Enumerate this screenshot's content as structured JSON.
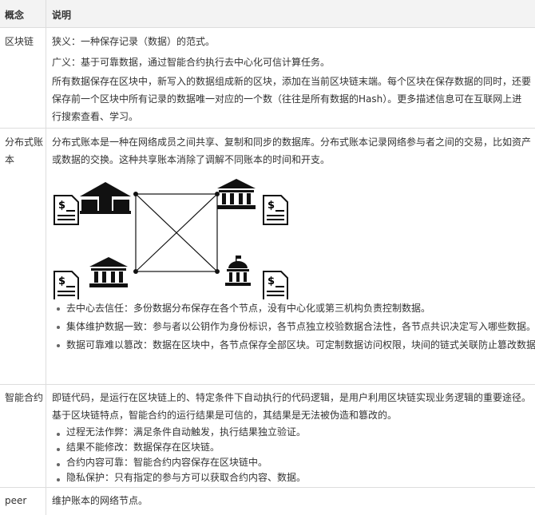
{
  "header": {
    "col1": "概念",
    "col2": "说明"
  },
  "rows": [
    {
      "term": "区块链",
      "paras": [
        "狭义：一种保存记录（数据）的范式。",
        "广义：基于可靠数据，通过智能合约执行去中心化可信计算任务。",
        "所有数据保存在区块中，新写入的数据组成新的区块，添加在当前区块链末端。每个区块在保存数据的同时，还要保存前一个区块中所有记录的数据唯一对应的一个数（往往是所有数据的Hash）。更多描述信息可在互联网上进行搜索查看、学习。"
      ]
    },
    {
      "term": "分布式账本",
      "paras": [
        "分布式账本是一种在网络成员之间共享、复制和同步的数据库。分布式账本记录网络参与者之间的交易，比如资产或数据的交换。这种共享账本消除了调解不同账本的时间和开支。"
      ],
      "bullets": [
        "去中心去信任：多份数据分布保存在各个节点，没有中心化或第三机构负责控制数据。",
        "集体维护数据一致：参与者以公钥作为身份标识，各节点独立校验数据合法性，各节点共识决定写入哪些数据。",
        "数据可靠难以篡改：数据在区块中，各节点保存全部区块。可定制数据访问权限，块间的链式关联防止篡改数据。"
      ]
    },
    {
      "term": "智能合约",
      "paras": [
        "即链代码，是运行在区块链上的、特定条件下自动执行的代码逻辑，是用户利用区块链实现业务逻辑的重要途径。基于区块链特点，智能合约的运行结果是可信的，其结果是无法被伪造和篡改的。"
      ],
      "bullets": [
        "过程无法作弊：满足条件自动触发，执行结果独立验证。",
        "结果不能修改：数据保存在区块链。",
        "合约内容可靠：智能合约内容保存在区块链中。",
        "隐私保护：只有指定的参与方可以获取合约内容、数据。"
      ]
    },
    {
      "term": "peer",
      "paras": [
        "维护账本的网络节点。"
      ]
    }
  ],
  "diagram": {
    "doc_symbol": "$"
  }
}
